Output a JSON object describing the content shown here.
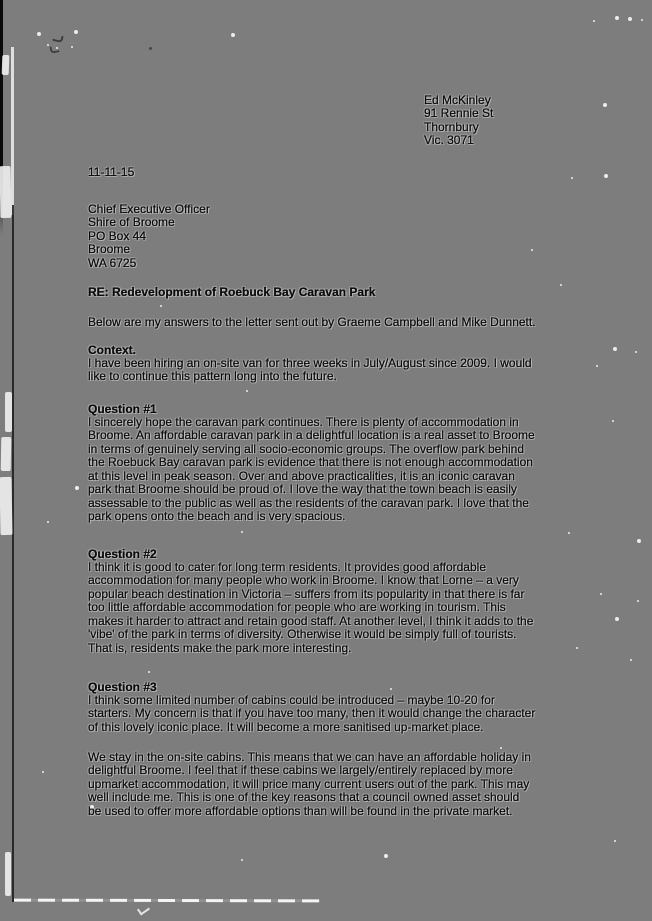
{
  "colors": {
    "page_bg": "#7d7d7d",
    "ink": "#0c0c0c",
    "speck_white": "#ececec"
  },
  "letter": {
    "sender_lines": [
      "Ed McKinley",
      "91 Rennie St",
      "Thornbury",
      "Vic. 3071"
    ],
    "date": "11-11-15",
    "recipient_lines": [
      "Chief Executive Officer",
      "Shire of Broome",
      "PO Box 44",
      "Broome",
      "WA 6725"
    ],
    "subject": "RE: Redevelopment of Roebuck Bay Caravan Park",
    "intro": "Below are my answers to the letter sent out by Graeme Campbell and Mike Dunnett.",
    "sections": [
      {
        "heading": "Context.",
        "paragraphs": [
          [
            "I have been hiring an on-site van for three weeks in July/August since 2009. I would",
            "like to continue this pattern long into the future."
          ]
        ]
      },
      {
        "heading": "Question #1",
        "paragraphs": [
          [
            "I sincerely hope the caravan park continues.  There is plenty of accommodation in",
            "Broome. An affordable caravan park in a delightful location is a real asset to Broome",
            "in terms of genuinely serving all socio-economic groups. The overflow park behind",
            "the Roebuck Bay caravan park is evidence that there is not enough accommodation",
            "at this level in peak season.  Over and above practicalities, it is an iconic caravan",
            "park that Broome should be proud of. I love the way that the town beach is easily",
            "assessable to the public as well as the residents of the caravan park. I love that the",
            "park opens onto the beach and is very spacious."
          ]
        ]
      },
      {
        "heading": "Question #2",
        "paragraphs": [
          [
            "I think it is good to cater for long term residents. It provides good affordable",
            "accommodation for many people who work in Broome. I know that Lorne – a very",
            "popular beach destination in Victoria – suffers from its popularity in that there is far",
            "too little affordable accommodation for people who are working in tourism. This",
            "makes it harder to attract and retain good staff. At another level, I think it adds to the",
            "'vibe' of the park in terms of diversity. Otherwise it would be simply full of tourists.",
            "That is, residents make the park more interesting."
          ]
        ]
      },
      {
        "heading": "Question #3",
        "paragraphs": [
          [
            "I think some limited number of cabins could be introduced – maybe 10-20 for",
            "starters. My concern is that if you have too many, then it would change the character",
            "of this lovely iconic place. It will become a more sanitised up-market place."
          ],
          [
            "We stay in the on-site cabins. This means that we can have an affordable holiday in",
            "delightful Broome. I feel that if these cabins we largely/entirely replaced by more",
            "upmarket accommodation, it will price many current users out of the park. This may",
            "well include me.  This is one of the key reasons that a council owned asset should",
            "be used to offer more affordable options than will be found in the private market."
          ]
        ]
      }
    ]
  }
}
